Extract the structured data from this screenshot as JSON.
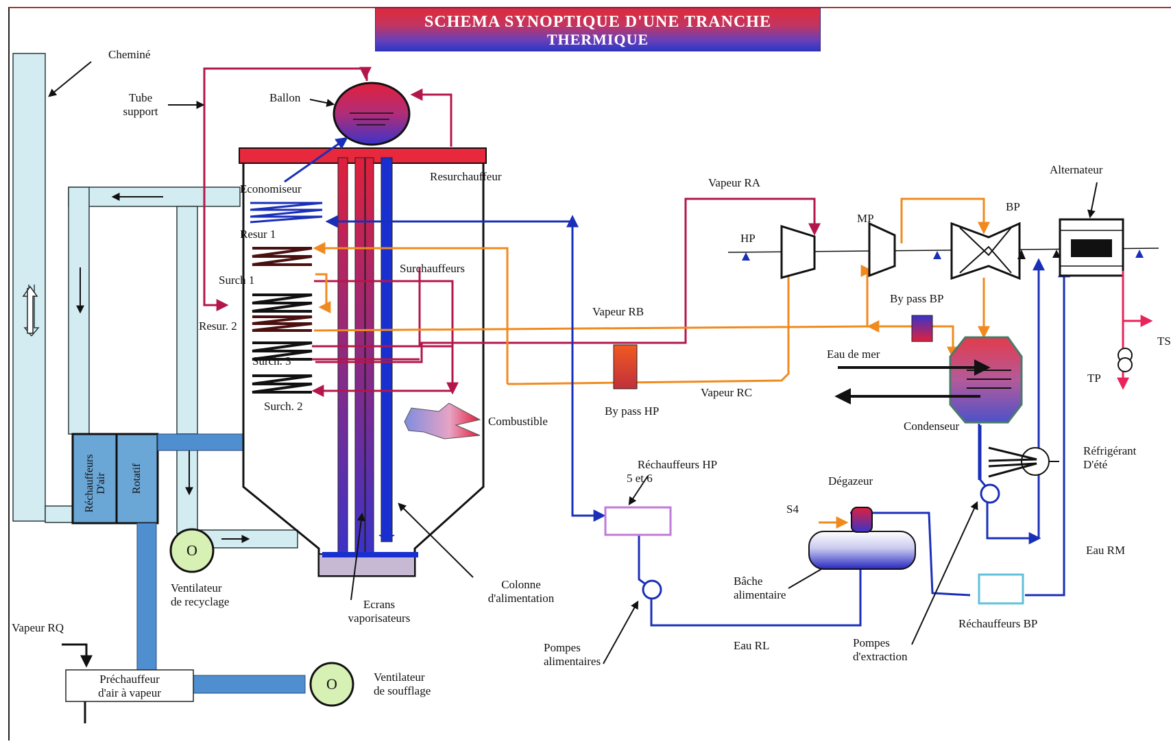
{
  "title": {
    "line1": "SCHEMA SYNOPTIQUE D'UNE TRANCHE",
    "line2": "THERMIQUE"
  },
  "labels": {
    "chemine": "Cheminé",
    "tube_support_1": "Tube",
    "tube_support_2": "support",
    "ballon": "Ballon",
    "resurchauffeur": "Resurchauffeur",
    "economiseur": "Economiseur",
    "resur1": "Resur 1",
    "surch1": "Surch 1",
    "resur2": "Resur. 2",
    "surch3": "Surch. 3",
    "surch2": "Surch. 2",
    "surchauffeurs": "Surchauffeurs",
    "combustible": "Combustible",
    "vapeur_ra": "Vapeur RA",
    "vapeur_rb": "Vapeur RB",
    "vapeur_rc": "Vapeur RC",
    "vapeur_rq": "Vapeur RQ",
    "hp": "HP",
    "mp": "MP",
    "bp": "BP",
    "alternateur": "Alternateur",
    "by_pass_bp": "By pass BP",
    "by_pass_hp": "By pass HP",
    "eau_de_mer": "Eau de mer",
    "condenseur": "Condenseur",
    "ts": "TS",
    "tp": "TP",
    "refrigerant_1": "Réfrigérant",
    "refrigerant_2": "D'été",
    "eau_rm": "Eau RM",
    "rechauffeurs_hp_1": "Réchauffeurs HP",
    "rechauffeurs_hp_2": "5 et 6",
    "degazeur": "Dégazeur",
    "s4": "S4",
    "bache_1": "Bâche",
    "bache_2": "alimentaire",
    "rechauffeurs_bp": "Réchauffeurs BP",
    "eau_rl": "Eau RL",
    "pompes_alim_1": "Pompes",
    "pompes_alim_2": "alimentaires",
    "pompes_ext_1": "Pompes",
    "pompes_ext_2": "d'extraction",
    "colonne_1": "Colonne",
    "colonne_2": "d'alimentation",
    "ecrans_1": "Ecrans",
    "ecrans_2": "vaporisateurs",
    "ventilateur_recyclage_1": "Ventilateur",
    "ventilateur_recyclage_2": "de recyclage",
    "ventilateur_soufflage_1": "Ventilateur",
    "ventilateur_soufflage_2": "de soufflage",
    "prechauffeur_1": "Préchauffeur",
    "prechauffeur_2": "d'air à vapeur",
    "rechauffeurs_air_1": "Réchauffeurs",
    "rechauffeurs_air_2": "D'air",
    "rotatif": "Rotatif",
    "fan_symbol": "O"
  },
  "colors": {
    "steam_hot": "#b3174a",
    "steam_reheat": "#f08a1e",
    "water": "#1a2fb8",
    "air_duct": "#d3ecf2",
    "blue_duct": "#4f8fcf",
    "fan_fill": "#d7f0b4",
    "title_red": "#e0293a",
    "title_blue": "#2c36c7"
  }
}
